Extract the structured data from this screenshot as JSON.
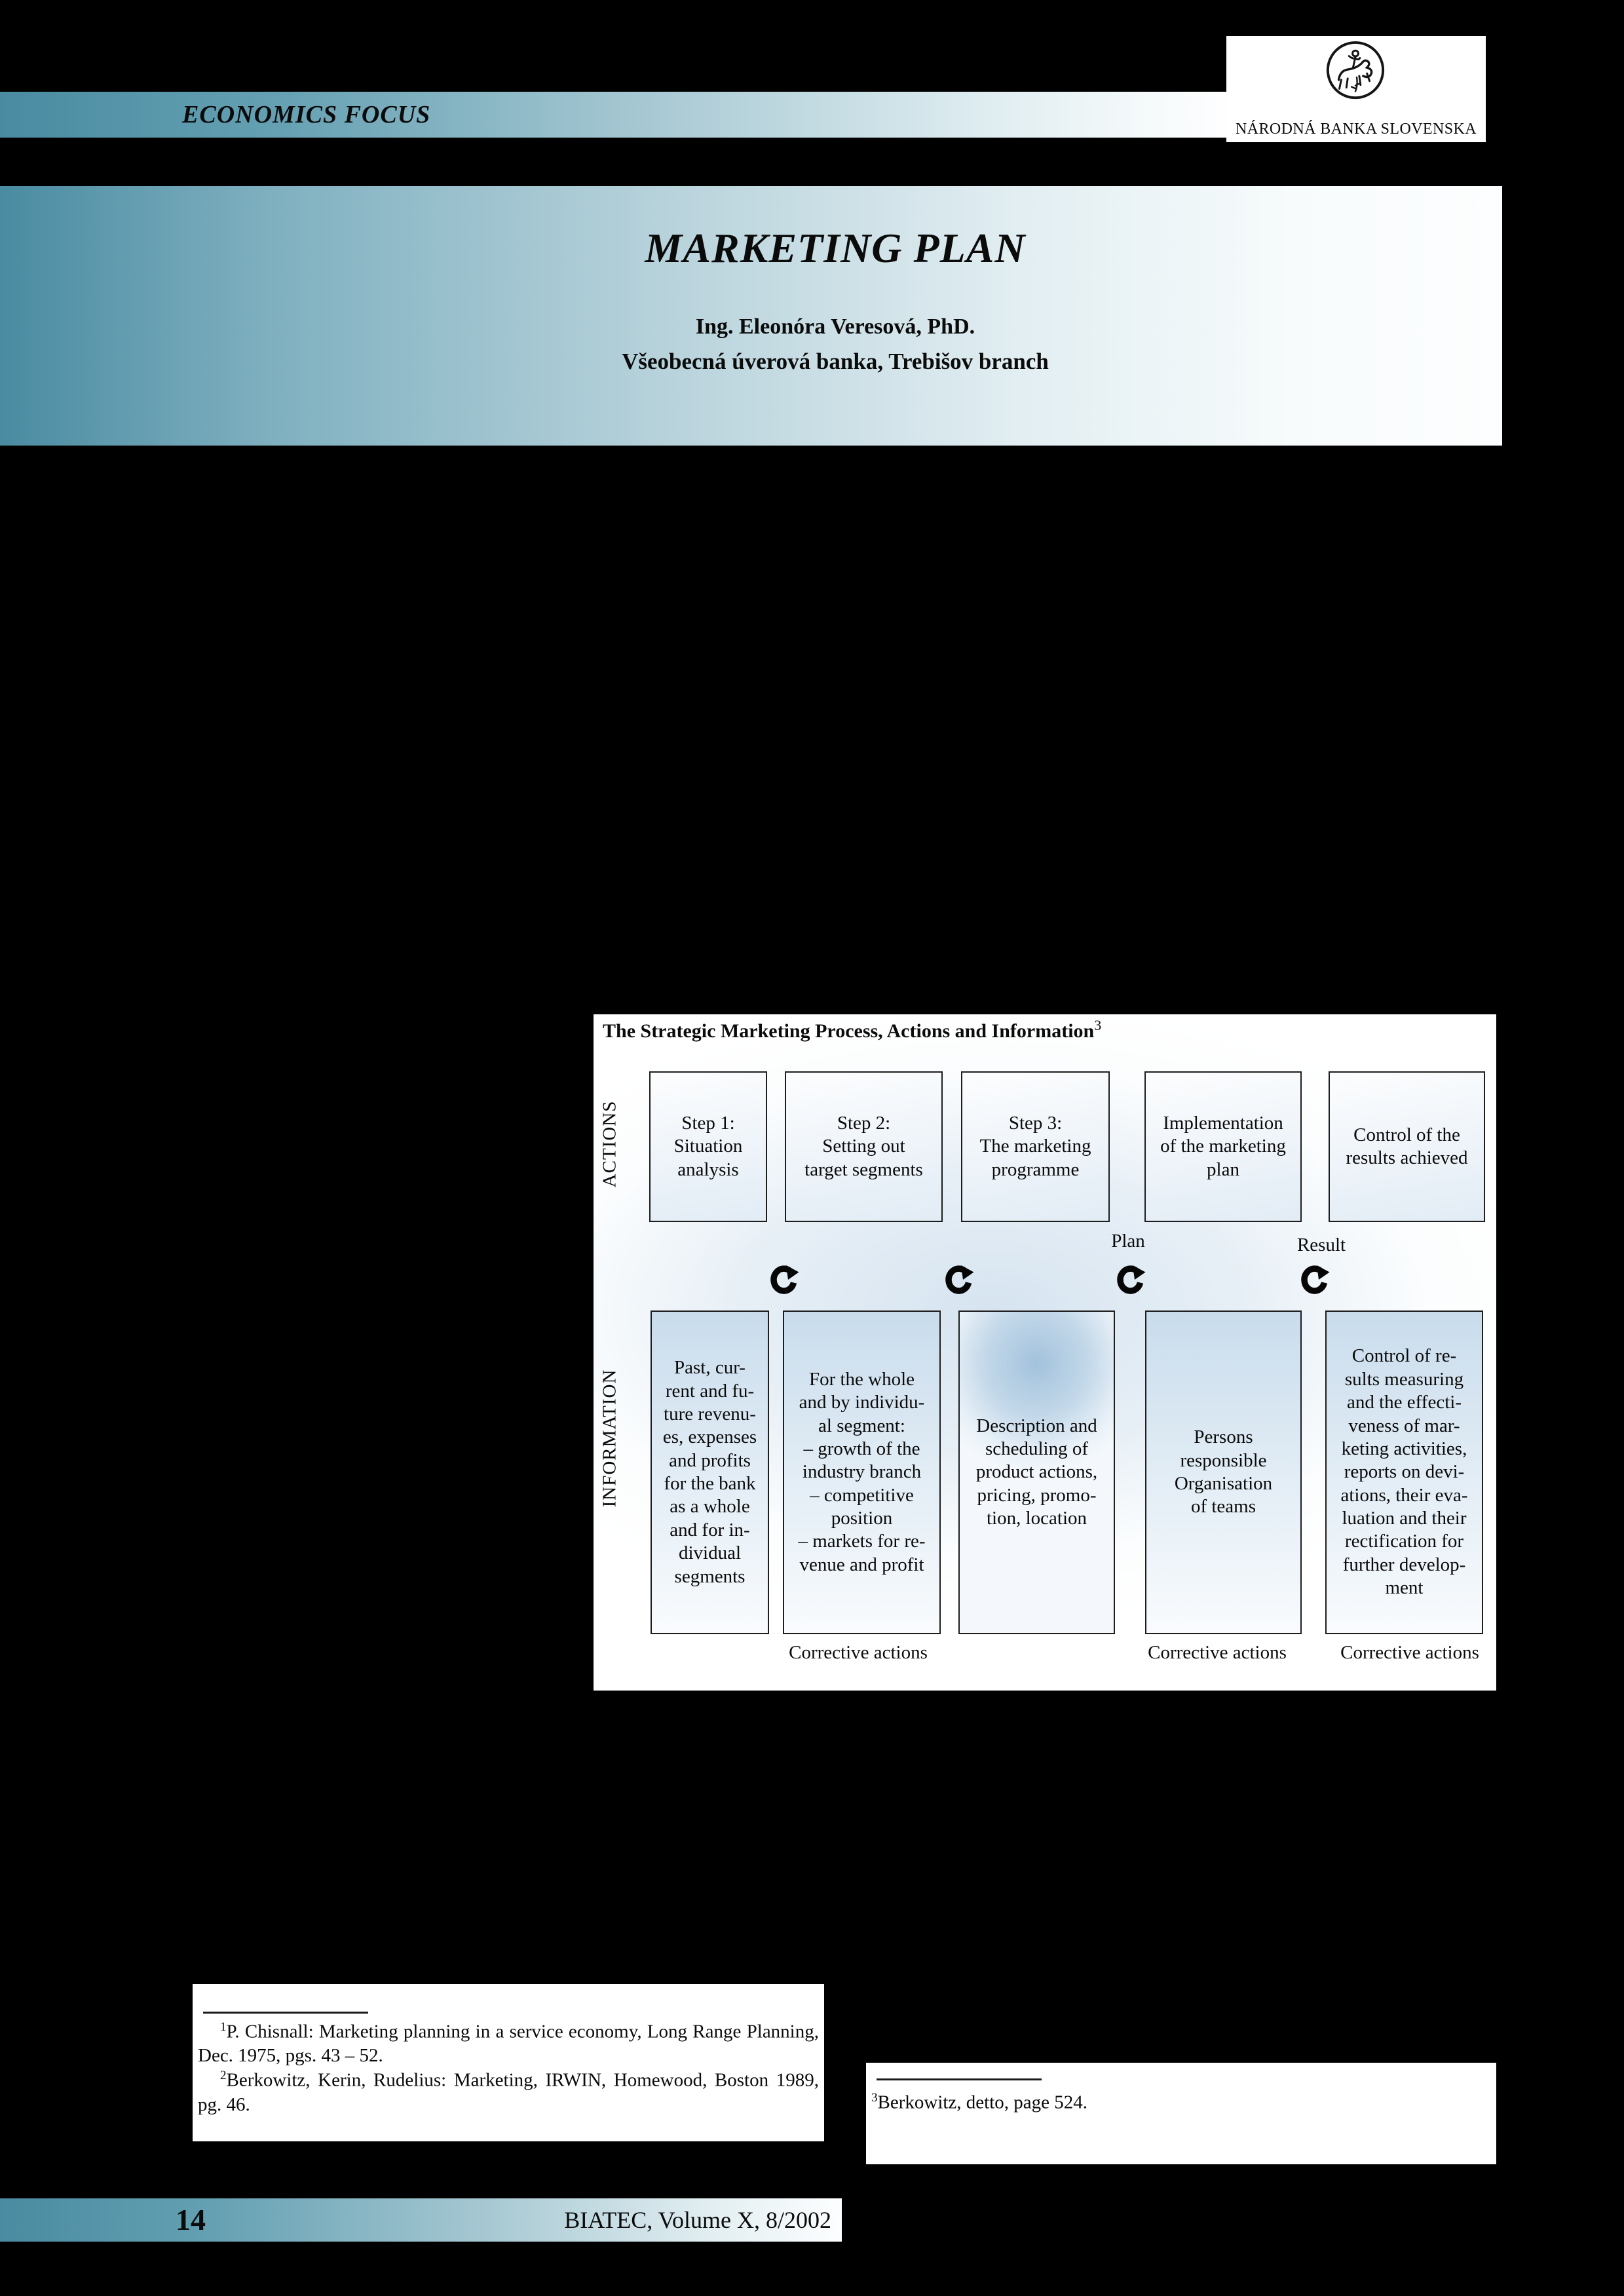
{
  "colors": {
    "accent_teal": "#4a8ba1",
    "diagram_blue": "#c9dcec",
    "page_background": "#000000"
  },
  "header": {
    "band_label": "ECONOMICS FOCUS"
  },
  "logo": {
    "caption": "NÁRODNÁ BANKA SLOVENSKA"
  },
  "title_block": {
    "title": "MARKETING PLAN",
    "author": "Ing. Eleonóra Veresová, PhD.",
    "affiliation": "Všeobecná úverová banka, Trebišov branch"
  },
  "diagram": {
    "title": "The Strategic Marketing Process, Actions and Information",
    "title_sup": "3",
    "actions_label": "ACTIONS",
    "information_label": "INFORMATION",
    "plan_label": "Plan",
    "result_label": "Result",
    "corrective_label_1": "Corrective actions",
    "corrective_label_2": "Corrective actions",
    "corrective_label_3": "Corrective actions",
    "action_boxes": {
      "box1": "Step 1:\nSituation\nanalysis",
      "box2": "Step 2:\nSetting out\ntarget segments",
      "box3": "Step 3:\nThe marketing\nprogramme",
      "box4": "Implementation\nof the marketing\nplan",
      "box5": "Control of the\nresults achieved"
    },
    "info_boxes": {
      "box1": "Past, cur-\nrent and fu-\nture revenu-\nes, expenses\nand profits\nfor the bank\nas a whole\nand for in-\ndividual\nsegments",
      "box2": "For the whole\nand by individu-\nal segment:\n– growth of the\nindustry branch\n– competitive\nposition\n– markets for re-\nvenue and profit",
      "box3": "Description and\nscheduling of\nproduct actions,\npricing, promo-\ntion, location",
      "box4": "Persons\nresponsible\nOrganisation\nof teams",
      "box5": "Control of re-\nsults measuring\nand the effecti-\nveness of mar-\nketing activities,\nreports on devi-\nations, their eva-\nluation and their\nrectification for\nfurther develop-\nment"
    }
  },
  "footnotes": {
    "fn1_sup": "1",
    "fn1_text": "P. Chisnall: Marketing planning in a service economy, Long Range Planning, Dec. 1975, pgs. 43 – 52.",
    "fn2_sup": "2",
    "fn2_text": "Berkowitz, Kerin, Rudelius: Marketing, IRWIN, Homewood, Boston 1989, pg. 46.",
    "fn3_sup": "3",
    "fn3_text": "Berkowitz, detto, page 524."
  },
  "footer": {
    "page_number": "14",
    "journal_line": "BIATEC, Volume X, 8/2002"
  }
}
